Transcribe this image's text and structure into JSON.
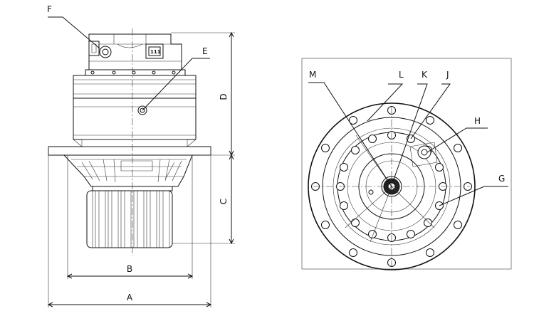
{
  "side_view": {
    "dimensions": {
      "a": "A",
      "b": "B",
      "c": "C",
      "d": "D"
    },
    "callouts": {
      "e": "E",
      "f": "F"
    },
    "plug_marking": "111"
  },
  "front_view": {
    "callouts": {
      "g": "G",
      "h": "H",
      "j": "J",
      "k": "K",
      "l": "L",
      "m": "M"
    }
  }
}
